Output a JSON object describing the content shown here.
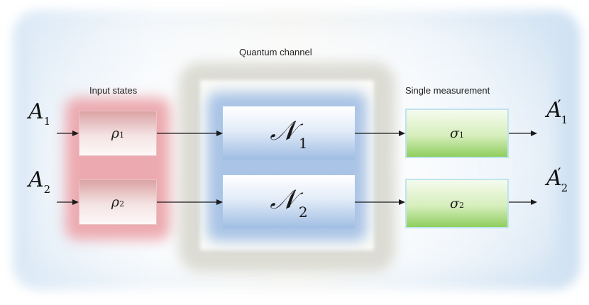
{
  "labels": {
    "quantum_channel": "Quantum channel",
    "input_states": "Input states",
    "single_measurement": "Single measurement"
  },
  "inputs": [
    {
      "letter": "A",
      "sub": "1"
    },
    {
      "letter": "A",
      "sub": "2"
    }
  ],
  "states": [
    {
      "symbol": "ρ",
      "sub": "1"
    },
    {
      "symbol": "ρ",
      "sub": "2"
    }
  ],
  "channels": [
    {
      "symbol": "𝒩",
      "sub": "1"
    },
    {
      "symbol": "𝒩",
      "sub": "2"
    }
  ],
  "measurements": [
    {
      "symbol": "σ",
      "sub": "1"
    },
    {
      "symbol": "σ",
      "sub": "2"
    }
  ],
  "outputs": [
    {
      "letter": "A",
      "sub": "1",
      "prime": "′"
    },
    {
      "letter": "A",
      "sub": "2",
      "prime": "′"
    }
  ],
  "colors": {
    "input_arrow": "#f2a24a",
    "red_arrow": "#e0353c",
    "blue_arrow": "#2f8fd0",
    "green_arrow": "#3cc24b"
  }
}
